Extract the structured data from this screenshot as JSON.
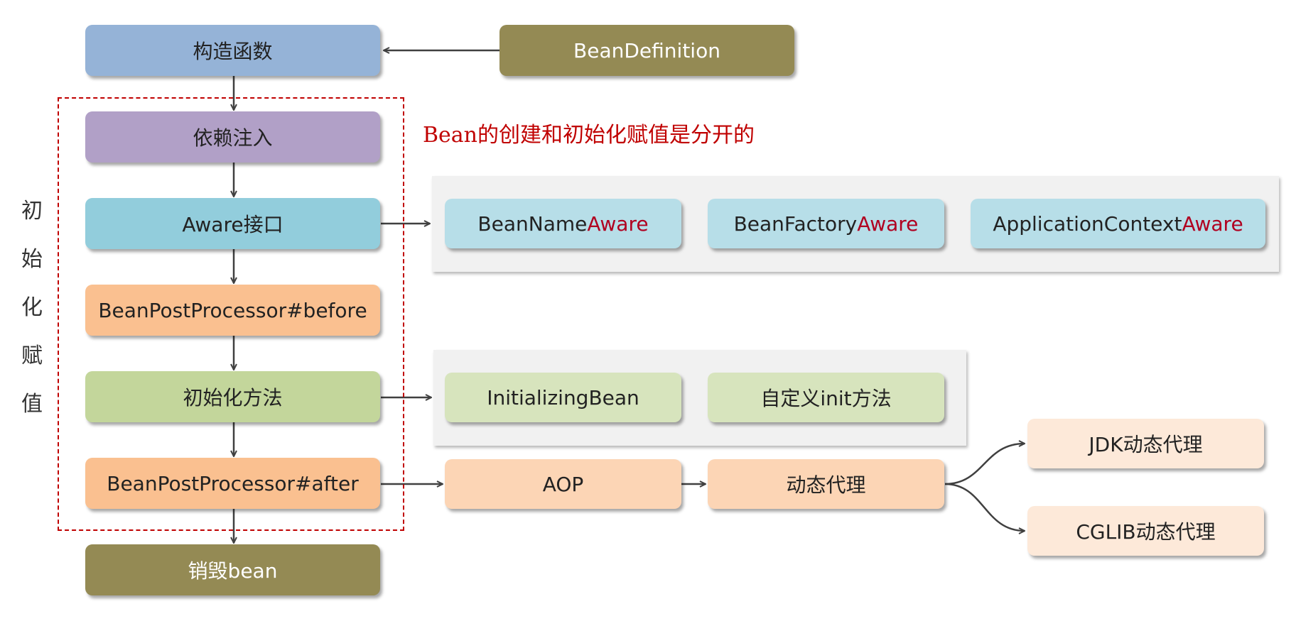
{
  "colors": {
    "constructor": "#95b3d7",
    "injection": "#b1a0c7",
    "aware": "#92cddc",
    "processor": "#fac090",
    "init": "#c3d69b",
    "destroy": "#948a54",
    "aware_item": "#b7dee8",
    "init_item": "#d7e4bd",
    "proxy": "#fcd5b5",
    "proxy_type": "#fde9d9",
    "accent_red": "#c00000"
  },
  "flow": {
    "constructor": "构造函数",
    "injection": "依赖注入",
    "aware": "Aware接口",
    "before": "BeanPostProcessor#before",
    "init": "初始化方法",
    "after": "BeanPostProcessor#after",
    "destroy": "销毁bean"
  },
  "bean_definition": "BeanDefinition",
  "note": "Bean的创建和初始化赋值是分开的",
  "side_label": [
    "初",
    "始",
    "化",
    "赋",
    "值"
  ],
  "aware_items": [
    {
      "prefix": "BeanName",
      "suffix": "Aware"
    },
    {
      "prefix": "BeanFactory",
      "suffix": "Aware"
    },
    {
      "prefix": "ApplicationContext",
      "suffix": "Aware"
    }
  ],
  "init_items": [
    "InitializingBean",
    "自定义init方法"
  ],
  "aop": "AOP",
  "dynamic_proxy": "动态代理",
  "proxy_types": [
    "JDK动态代理",
    "CGLIB动态代理"
  ]
}
